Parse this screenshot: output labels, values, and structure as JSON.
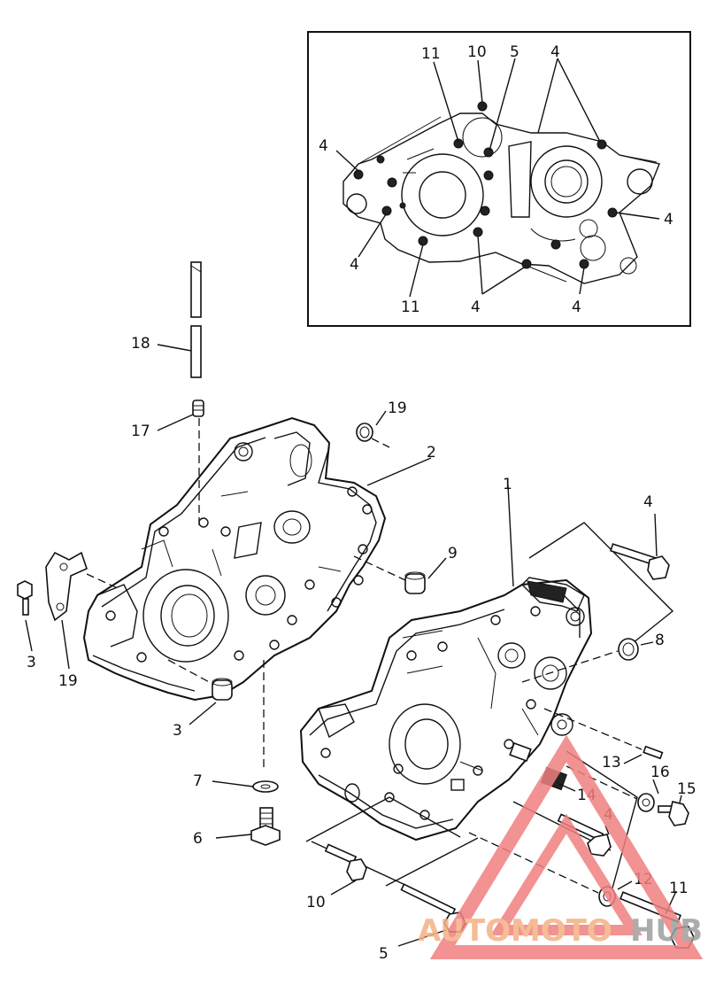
{
  "diagram": {
    "callouts": [
      {
        "id": "inset-11a",
        "text": "11"
      },
      {
        "id": "inset-10",
        "text": "10"
      },
      {
        "id": "inset-5",
        "text": "5"
      },
      {
        "id": "inset-4top",
        "text": "4"
      },
      {
        "id": "inset-4left",
        "text": "4"
      },
      {
        "id": "inset-4right",
        "text": "4"
      },
      {
        "id": "inset-4lower",
        "text": "4"
      },
      {
        "id": "inset-11b",
        "text": "11"
      },
      {
        "id": "inset-4bot",
        "text": "4"
      },
      {
        "id": "inset-4br",
        "text": "4"
      },
      {
        "id": "p18",
        "text": "18"
      },
      {
        "id": "p17",
        "text": "17"
      },
      {
        "id": "p19a",
        "text": "19"
      },
      {
        "id": "p2",
        "text": "2"
      },
      {
        "id": "p1",
        "text": "1"
      },
      {
        "id": "p4a",
        "text": "4"
      },
      {
        "id": "p3a",
        "text": "3"
      },
      {
        "id": "p19b",
        "text": "19"
      },
      {
        "id": "p9",
        "text": "9"
      },
      {
        "id": "p8",
        "text": "8"
      },
      {
        "id": "p3b",
        "text": "3"
      },
      {
        "id": "p7",
        "text": "7"
      },
      {
        "id": "p6",
        "text": "6"
      },
      {
        "id": "p13",
        "text": "13"
      },
      {
        "id": "p16",
        "text": "16"
      },
      {
        "id": "p15",
        "text": "15"
      },
      {
        "id": "p14",
        "text": "14"
      },
      {
        "id": "p4b",
        "text": "4"
      },
      {
        "id": "p10",
        "text": "10"
      },
      {
        "id": "p12",
        "text": "12"
      },
      {
        "id": "p11",
        "text": "11"
      },
      {
        "id": "p5",
        "text": "5"
      }
    ]
  },
  "watermark": {
    "part1": "AUTOMOTO",
    "part2": "HUB",
    "color_primary": "#f08080",
    "color_secondary": "#9e9e9e"
  }
}
